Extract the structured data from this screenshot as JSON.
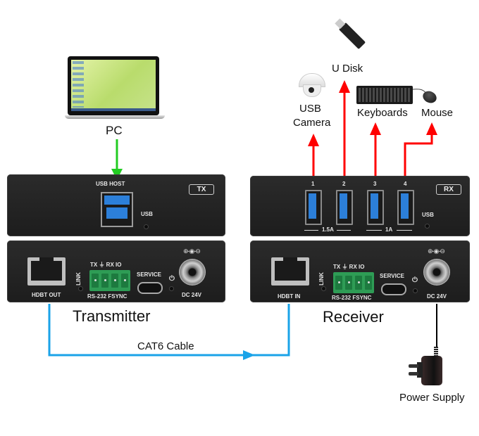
{
  "devices": {
    "pc": {
      "label": "PC"
    },
    "usb_camera": {
      "label_line1": "USB",
      "label_line2": "Camera"
    },
    "u_disk": {
      "label": "U Disk"
    },
    "keyboards": {
      "label": "Keyboards"
    },
    "mouse": {
      "label": "Mouse"
    },
    "power_supply": {
      "label": "Power Supply"
    }
  },
  "transmitter": {
    "title": "Transmitter",
    "badge": "TX",
    "top_panel": {
      "usb_host_label": "USB HOST",
      "usb_led_label": "USB"
    },
    "bottom_panel": {
      "hdbt_label": "HDBT OUT",
      "link_label": "LINK",
      "terminal_top_label": "TX ⏚ RX IO",
      "terminal_bottom_label": "RS-232  FSYNC",
      "service_label": "SERVICE",
      "power_icon": "⏻",
      "dc_label": "DC 24V",
      "dc_polarity": "⊕-◉-⊖"
    }
  },
  "receiver": {
    "title": "Receiver",
    "badge": "RX",
    "top_panel": {
      "ports": [
        "1",
        "2",
        "3",
        "4"
      ],
      "current_groups": [
        "1.5A",
        "1A"
      ],
      "usb_led_label": "USB"
    },
    "bottom_panel": {
      "hdbt_label": "HDBT IN",
      "link_label": "LINK",
      "terminal_top_label": "TX ⏚ RX IO",
      "terminal_bottom_label": "RS-232  FSYNC",
      "service_label": "SERVICE",
      "power_icon": "⏻",
      "dc_label": "DC 24V",
      "dc_polarity": "⊕-◉-⊖"
    }
  },
  "connections": {
    "cable_label": "CAT6 Cable",
    "colors": {
      "pc_link": "#22cc22",
      "usb_devices": "#ff0000",
      "cat6": "#1aa3e8",
      "power": "#000000"
    }
  }
}
